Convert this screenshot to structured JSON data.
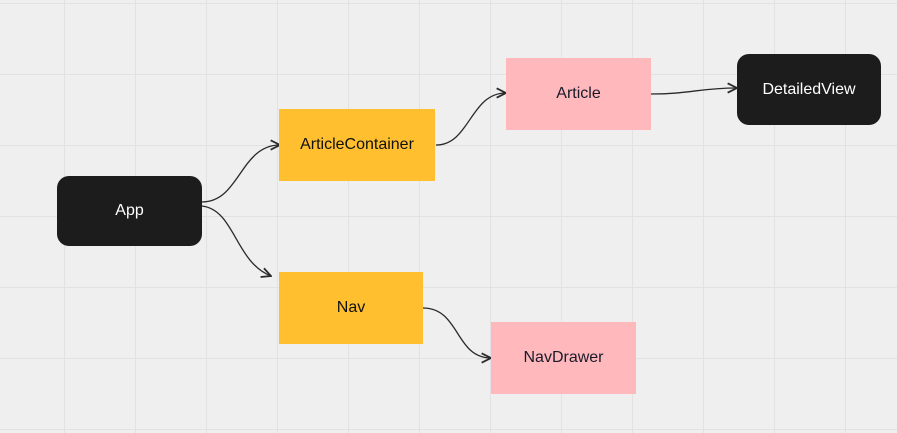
{
  "diagram": {
    "nodes": {
      "app": {
        "label": "App"
      },
      "article_container": {
        "label": "ArticleContainer"
      },
      "nav": {
        "label": "Nav"
      },
      "article": {
        "label": "Article"
      },
      "nav_drawer": {
        "label": "NavDrawer"
      },
      "detailed_view": {
        "label": "DetailedView"
      }
    },
    "edges": [
      {
        "from": "App",
        "to": "ArticleContainer"
      },
      {
        "from": "App",
        "to": "Nav"
      },
      {
        "from": "ArticleContainer",
        "to": "Article"
      },
      {
        "from": "Article",
        "to": "DetailedView"
      },
      {
        "from": "Nav",
        "to": "NavDrawer"
      }
    ]
  },
  "colors": {
    "canvas_background": "#efefef",
    "grid_line": "#e2e2e2",
    "root_node_fill": "#1c1c1c",
    "container_node_fill": "#ffbf2e",
    "component_node_fill": "#ffb8bb",
    "leaf_node_fill": "#1c1c1c",
    "edge_stroke": "#2a2a2a"
  }
}
